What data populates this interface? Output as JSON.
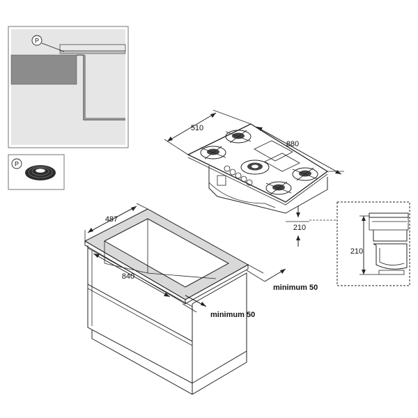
{
  "detail_callout": {
    "marker": "P"
  },
  "seal_callout": {
    "marker": "P"
  },
  "hob_dimensions": {
    "depth": "510",
    "width": "880",
    "height": "210"
  },
  "cutout_dimensions": {
    "depth": "487",
    "width": "840"
  },
  "clearances": {
    "back": "minimum 50",
    "front": "minimum 50"
  },
  "side_detail": {
    "height": "210"
  },
  "colors": {
    "gray_fill": "#d9d9d9",
    "dark_gray": "#8c8c8c",
    "line": "#222222"
  }
}
